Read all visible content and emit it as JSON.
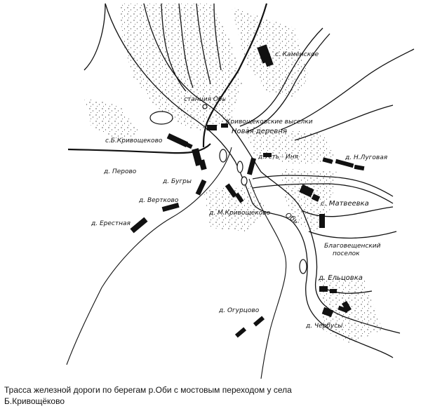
{
  "map": {
    "places": {
      "kamenskoe": "с. Каменское",
      "station": "станция Обь",
      "vyselki": "Кривощековские выселки",
      "novaya": "Новая деревня",
      "bkrivo": "с.Б.Кривощеково",
      "perovo": "д. Перово",
      "ustinya": "д.Усть - Иня",
      "nlugovaya": "д. Н.Луговая",
      "bugry": "д. Бугры",
      "vertkovo": "д. Вертково",
      "erestnaya": "д. Ерестная",
      "mkrivo": "д. М.Кривощеково",
      "matveevka": "с. Матвеевка",
      "blag1": "Благовещенский",
      "blag2": "поселок",
      "eltsovka": "д. Ельцовка",
      "ogurtsovo": "д. Огурцово",
      "cherbusy": "д. Чербусы"
    },
    "river_label": "Обь",
    "colors": {
      "ink": "#111111",
      "paper": "#ffffff"
    }
  },
  "caption": {
    "line1": "Трасса железной дороги по берегам р.Оби с мостовым переходом у села",
    "line2": "Б.Кривощёково"
  }
}
